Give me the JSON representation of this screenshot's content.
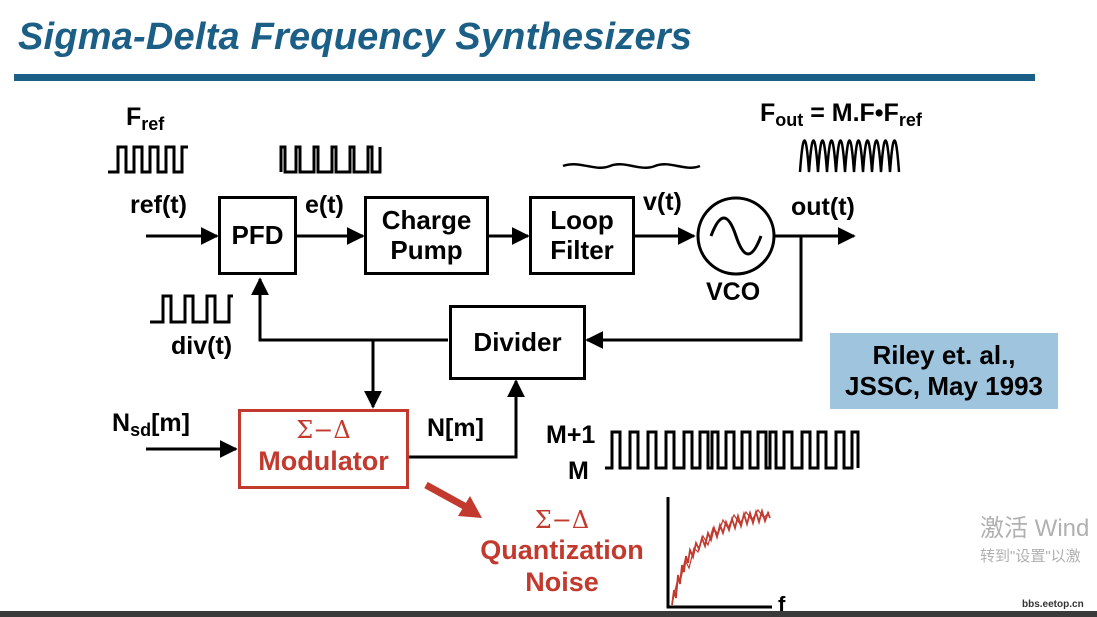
{
  "title": "Sigma-Delta Frequency Synthesizers",
  "signals": {
    "fref_main": "F",
    "fref_sub": "ref",
    "fout_main": "F",
    "fout_sub": "out",
    "fout_eq": "= M.F•F",
    "fout_eq_sub": "ref",
    "ref": "ref(t)",
    "e": "e(t)",
    "v": "v(t)",
    "out": "out(t)",
    "div": "div(t)",
    "nsd_main": "N",
    "nsd_sub": "sd",
    "nsd_idx": "[m]",
    "nm": "N[m]",
    "m_plus_1": "M+1",
    "m": "M",
    "f_axis": "f"
  },
  "blocks": {
    "pfd": "PFD",
    "charge_pump_1": "Charge",
    "charge_pump_2": "Pump",
    "loop_filter_1": "Loop",
    "loop_filter_2": "Filter",
    "vco": "VCO",
    "divider": "Divider",
    "modulator_symbol": "Σ−Δ",
    "modulator_label": "Modulator"
  },
  "noise_label": {
    "symbol": "Σ−Δ",
    "line1": "Quantization",
    "line2": "Noise"
  },
  "reference": {
    "line1": "Riley et. al.,",
    "line2": "JSSC, May 1993"
  },
  "watermark": {
    "line1": "激活 Wind",
    "line2": "转到\"设置\"以激"
  },
  "footer_url": "bbs.eetop.cn",
  "colors": {
    "title_blue": "#1b5e86",
    "accent_red": "#c23a2e",
    "reference_bg": "#9fc5de"
  }
}
